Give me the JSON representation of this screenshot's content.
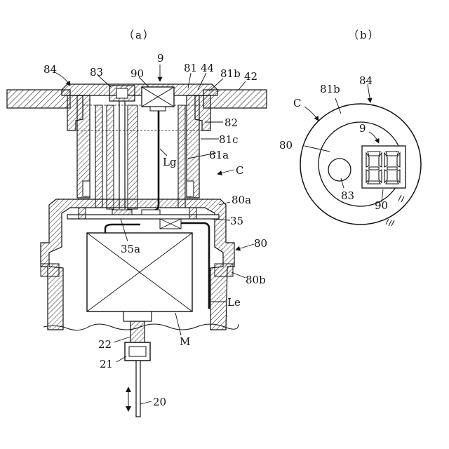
{
  "figure_a": {
    "title": "（a）",
    "labels": {
      "l84": "84",
      "l83": "83",
      "l90": "90",
      "l9": "9",
      "l81": "81",
      "l44": "44",
      "l81b": "81b",
      "l42": "42",
      "l82": "82",
      "l81c": "81c",
      "l81a": "81a",
      "lLg": "Lg",
      "lC": "C",
      "l80a": "80a",
      "l35": "35",
      "l35a": "35a",
      "l80": "80",
      "l80b": "80b",
      "lLe": "Le",
      "lM": "M",
      "l22": "22",
      "l21": "21",
      "l20": "20"
    }
  },
  "figure_b": {
    "title": "（b）",
    "labels": {
      "lC": "C",
      "l81b": "81b",
      "l84": "84",
      "l9": "9",
      "l80": "80",
      "l83": "83",
      "l90": "90"
    },
    "display_digits": "88"
  }
}
